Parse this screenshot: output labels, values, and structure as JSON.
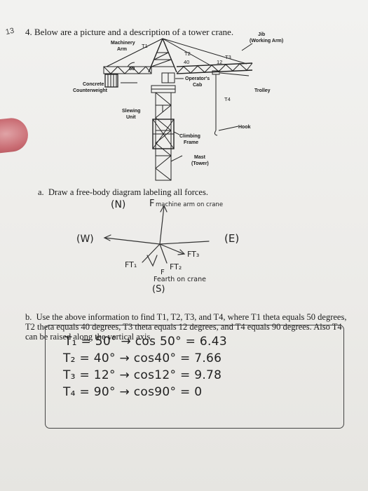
{
  "question": {
    "margin_number": "13",
    "number": "4.",
    "intro": "Below are a picture and a description of a tower crane."
  },
  "crane_labels": {
    "jib": "Jib",
    "working_arm": "(Working Arm)",
    "machinery_arm_1": "Machinery",
    "machinery_arm_2": "Arm",
    "t1": "T1",
    "t2": "T2",
    "t3": "T3",
    "t4": "T4",
    "angle_40": "40",
    "angle_12": "12",
    "angle_50": "50",
    "concrete_1": "Concrete",
    "concrete_2": "Counterweight",
    "operators_1": "Operator's",
    "operators_2": "Cab",
    "trolley": "Trolley",
    "slewing_1": "Slewing",
    "slewing_2": "Unit",
    "hook": "Hook",
    "climbing_1": "Climbing",
    "climbing_2": "Frame",
    "mast_1": "Mast",
    "mast_2": "(Tower)"
  },
  "part_a": {
    "label": "a.",
    "text": "Draw a free-body diagram labeling all forces."
  },
  "fbd": {
    "n": "(N)",
    "f_machine": "F",
    "machine_sub": "machine arm on crane",
    "w": "(W)",
    "e": "(E)",
    "ft3": "FT₃",
    "ft1": "FT₁",
    "ft2": "FT₂",
    "f_small": "F",
    "earth_text": "Fearth on crane",
    "s": "(S)"
  },
  "part_b": {
    "label": "b.",
    "text": "Use the above information to find T1, T2, T3, and T4, where T1 theta equals 50 degrees, T2 theta equals 40 degrees, T3 theta equals 12 degrees, and T4 equals 90 degrees. Also T4 can be raised along the vertical axis."
  },
  "answers": [
    "T₁ = 50° → cos 50° = 6.43",
    "T₂ = 40° → cos40° = 7.66",
    "T₃ = 12° → cos12° = 9.78",
    "T₄ = 90° → cos90° = 0"
  ]
}
